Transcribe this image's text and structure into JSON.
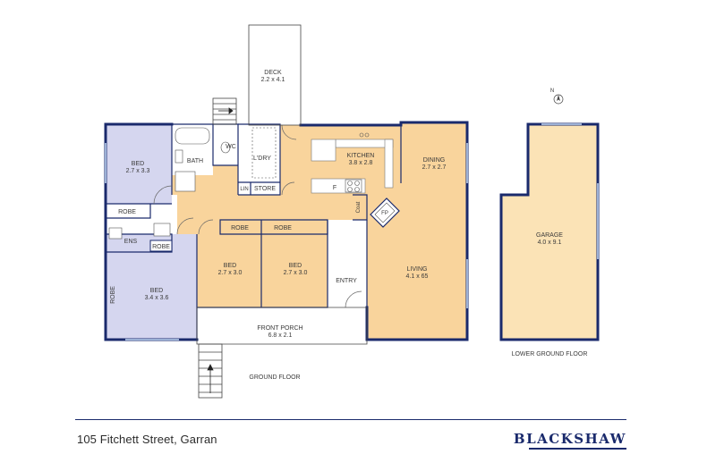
{
  "rooms": {
    "deck": {
      "name": "DECK",
      "dims": "2.2 x 4.1"
    },
    "bath": {
      "name": "BATH"
    },
    "wc": {
      "name": "WC"
    },
    "laundry": {
      "name": "L'DRY"
    },
    "kitchen": {
      "name": "KITCHEN",
      "dims": "3.8 x 2.8"
    },
    "dining": {
      "name": "DINING",
      "dims": "2.7 x 2.7"
    },
    "bed1": {
      "name": "BED",
      "dims": "2.7 x 3.3"
    },
    "robe1": {
      "name": "ROBE"
    },
    "ens": {
      "name": "ENS"
    },
    "robe2": {
      "name": "ROBE"
    },
    "robe3": {
      "name": "ROBE"
    },
    "robe4": {
      "name": "ROBE"
    },
    "robe_side": {
      "name": "ROBE"
    },
    "bed2": {
      "name": "BED",
      "dims": "3.4 x 3.6"
    },
    "bed3": {
      "name": "BED",
      "dims": "2.7 x 3.0"
    },
    "bed4": {
      "name": "BED",
      "dims": "2.7 x 3.0"
    },
    "lin": {
      "name": "LIN"
    },
    "store": {
      "name": "STORE"
    },
    "fridge": {
      "name": "F"
    },
    "coat": {
      "name": "Coat"
    },
    "fireplace": {
      "name": "FP"
    },
    "entry": {
      "name": "ENTRY"
    },
    "living": {
      "name": "LIVING",
      "dims": "4.1 x 65"
    },
    "porch": {
      "name": "FRONT PORCH",
      "dims": "6.8 x 2.1"
    },
    "garage": {
      "name": "GARAGE",
      "dims": "4.0 x 9.1"
    }
  },
  "floors": {
    "ground": "GROUND FLOOR",
    "lower": "LOWER GROUND FLOOR"
  },
  "compass": {
    "label": "N"
  },
  "footer": {
    "address": "105 Fitchett Street, Garran",
    "brand": "BLACKSHAW"
  },
  "colors": {
    "wall": "#1a2a6c",
    "bedroom": "#d5d6ef",
    "living": "#f9d49c",
    "garage": "#fbe3b6"
  }
}
